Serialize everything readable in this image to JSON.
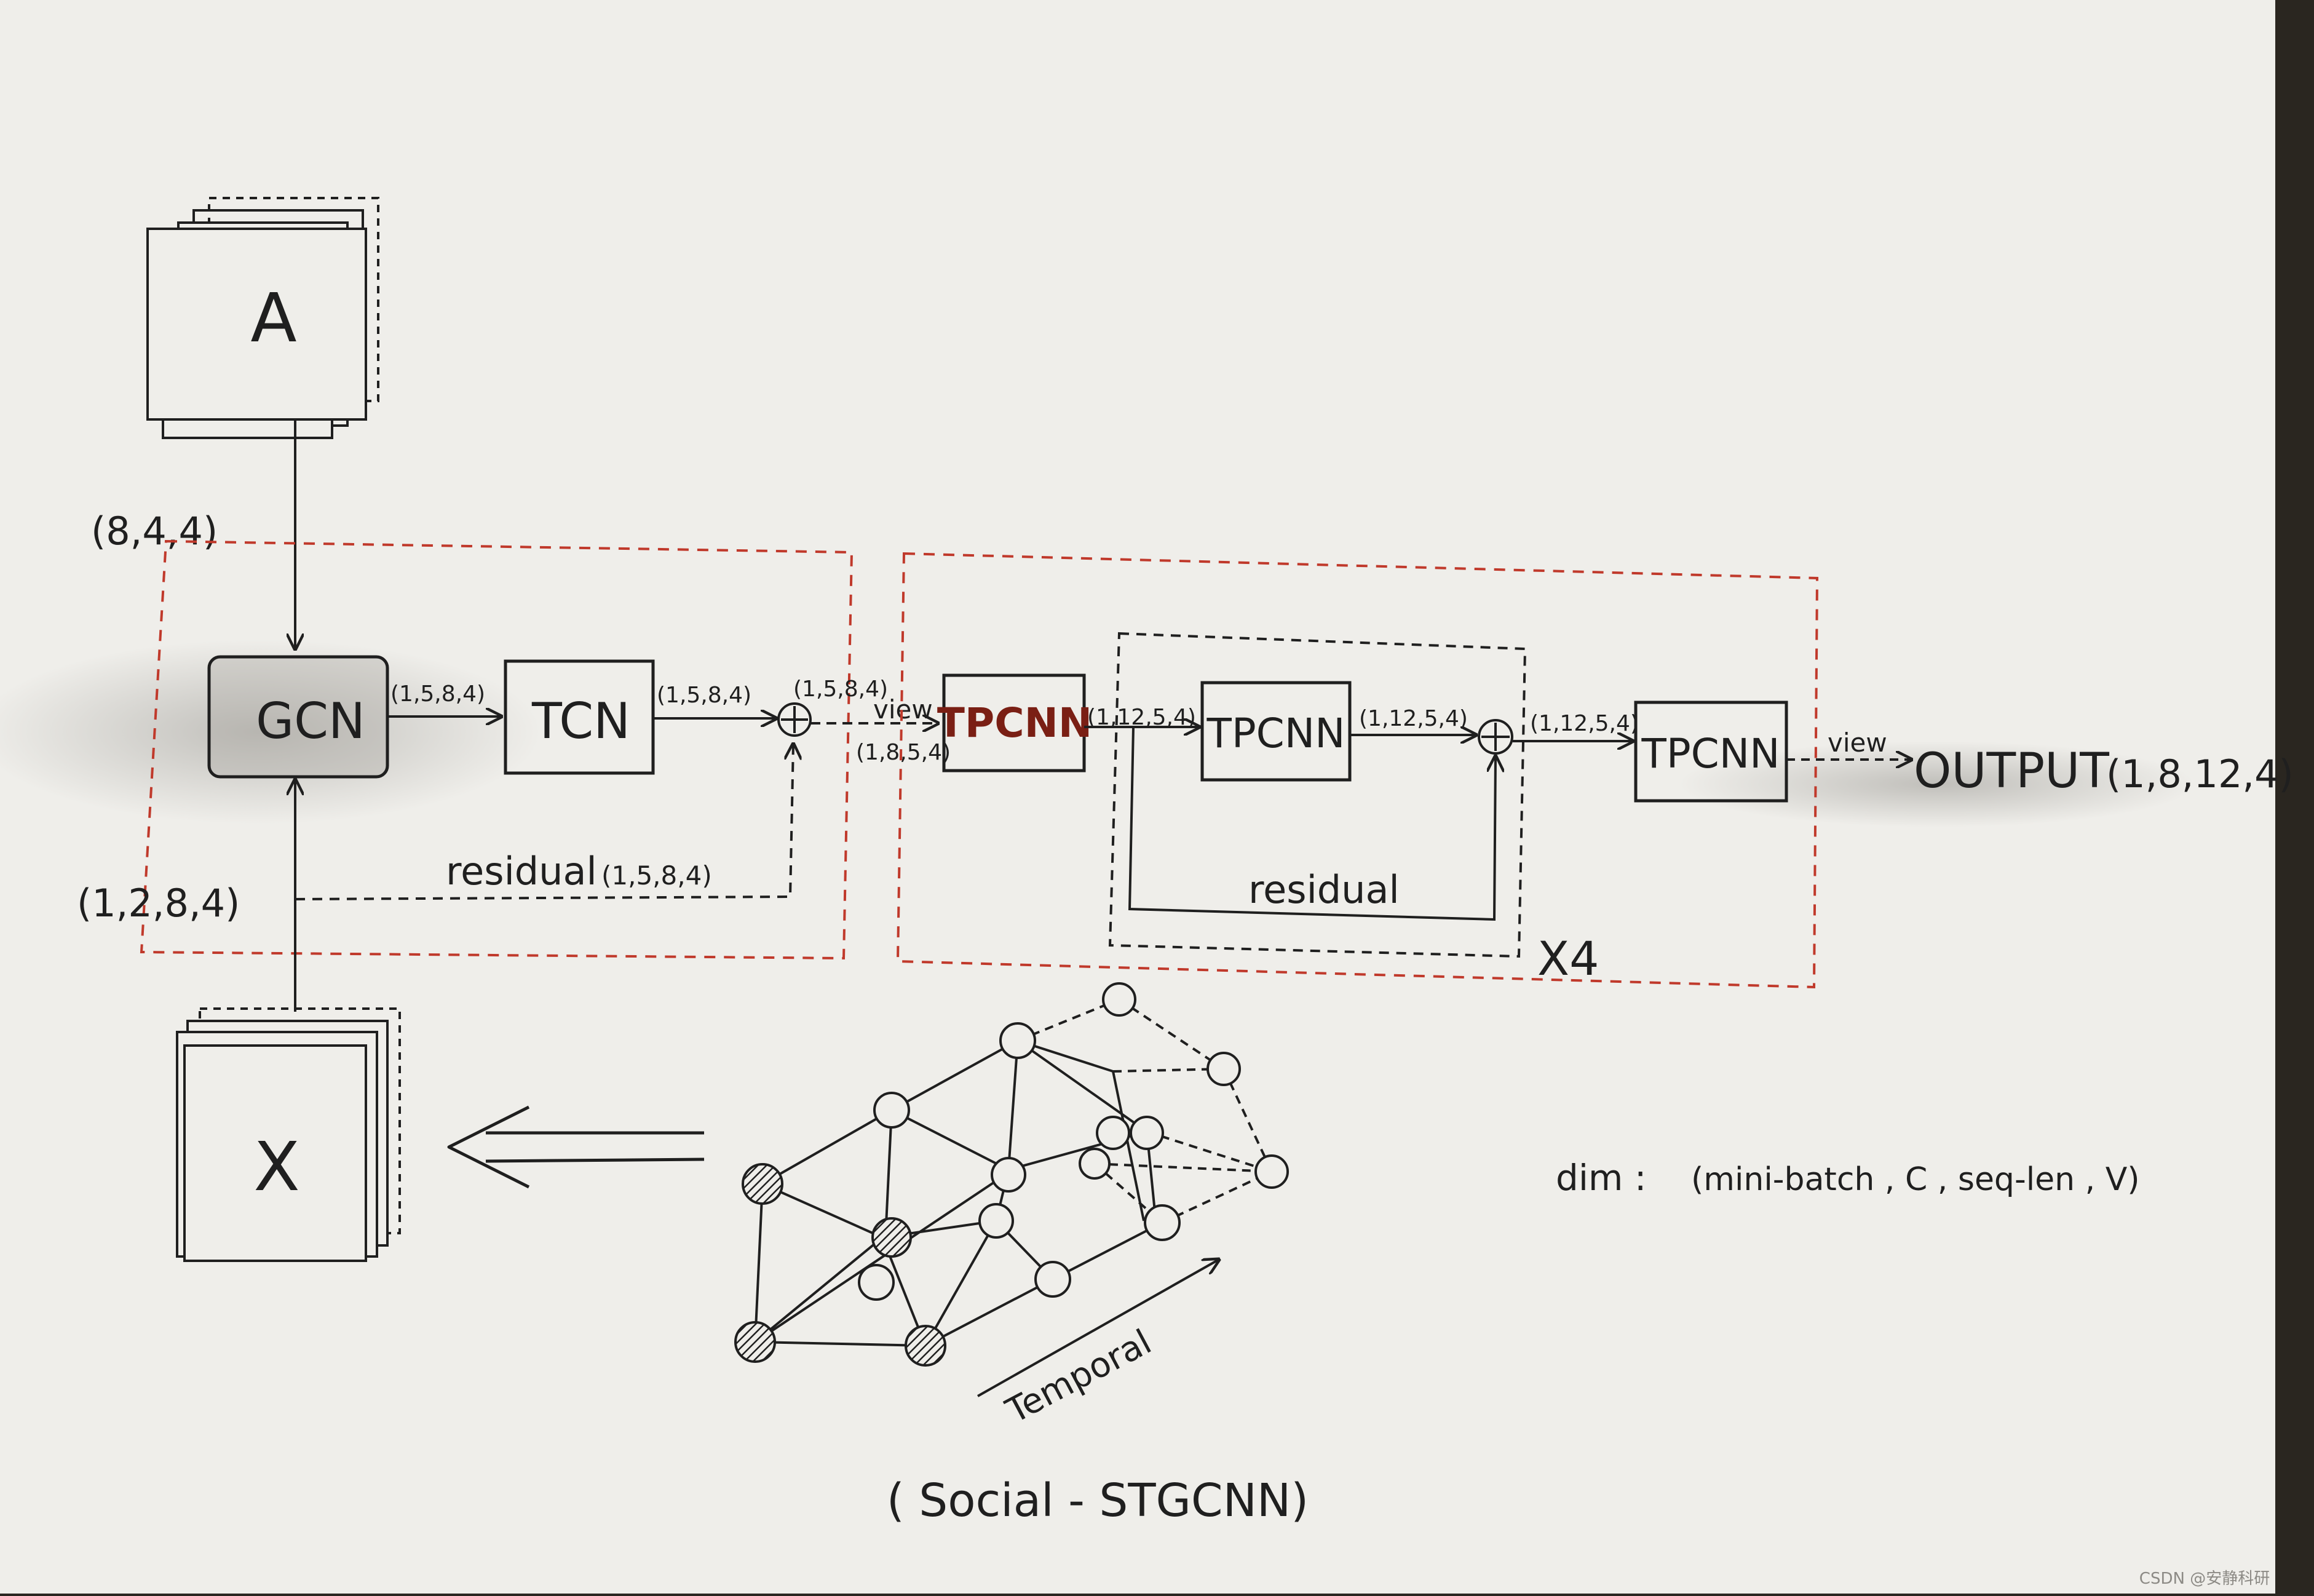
{
  "diagram": {
    "inputs": {
      "adjacency_label": "A",
      "adjacency_shape": "(8,4,4)",
      "features_label": "X",
      "features_shape": "(1,2,8,4)"
    },
    "spatial_block": {
      "gcn_label": "GCN",
      "tcn_label": "TCN",
      "gcn_to_tcn_shape": "(1,5,8,4)",
      "tcn_out_shape": "(1,5,8,4)",
      "sum_out_shape": "(1,5,8,4)",
      "residual_label": "residual",
      "residual_shape": "(1,5,8,4)"
    },
    "view_1": {
      "label": "view",
      "shape": "(1,8,5,4)"
    },
    "tpcnn_stack": {
      "first_label": "TPCNN",
      "first_out_shape": "(1,12,5,4)",
      "inner_label": "TPCNN",
      "inner_out_shape": "(1,12,5,4)",
      "residual_label": "residual",
      "repeat_label": "X4",
      "sum_out_shape": "(1,12,5,4)",
      "last_label": "TPCNN"
    },
    "view_2": {
      "label": "view"
    },
    "output": {
      "label": "OUTPUT",
      "shape": "(1,8,12,4)"
    },
    "graph": {
      "temporal_label": "Temporal"
    },
    "dim_note": {
      "label": "dim :",
      "value": "(mini-batch , C , seq-len , V)"
    },
    "caption": "( Social - STGCNN)",
    "watermark": "CSDN @安静科研"
  },
  "colors": {
    "paper": "#efeeea",
    "ink": "#1f1f1f",
    "red_dash": "#c0392b",
    "tpcnn_highlight": "#7a1f14"
  }
}
